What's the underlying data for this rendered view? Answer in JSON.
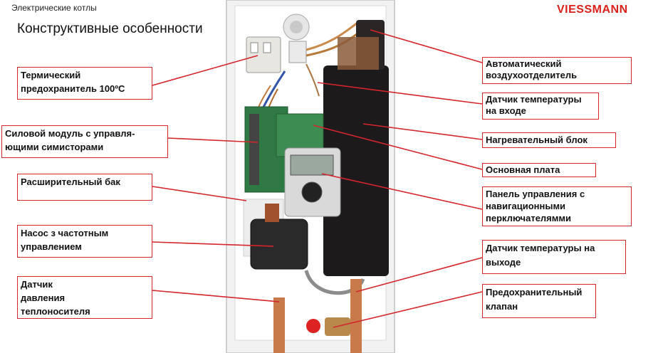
{
  "header": {
    "category": "Электрические котлы",
    "title": "Конструктивные особенности"
  },
  "brand": {
    "logo_text": "VIESSMANN",
    "accent": "#d9201b"
  },
  "colors": {
    "callout_border": "#d4262b",
    "leader_line": "#d4262b"
  },
  "labels": {
    "thermal_fuse": [
      "Термический",
      "предохранитель 100ºC"
    ],
    "power_module": [
      "Силовой модуль  с управля-",
      "ющими симисторами"
    ],
    "expansion_tank": [
      "Расширительный бак"
    ],
    "pump": [
      "Насос з частотным",
      "управлением"
    ],
    "pressure_sensor": [
      "Датчик",
      "давления",
      "теплоносителя"
    ],
    "auto_air_vent": [
      "Автоматический",
      "воздухоотделитель"
    ],
    "inlet_temp_sensor": [
      "Датчик температуры",
      "на входе"
    ],
    "heating_block": [
      "Нагревательный блок"
    ],
    "main_board": [
      "Основная плата"
    ],
    "control_panel": [
      "Панель управления с",
      "навигационными",
      "перключателямми"
    ],
    "outlet_temp_sensor": [
      "Датчик температуры  на",
      "выходе"
    ],
    "safety_valve": [
      "Предохранительный",
      "клапан"
    ]
  }
}
